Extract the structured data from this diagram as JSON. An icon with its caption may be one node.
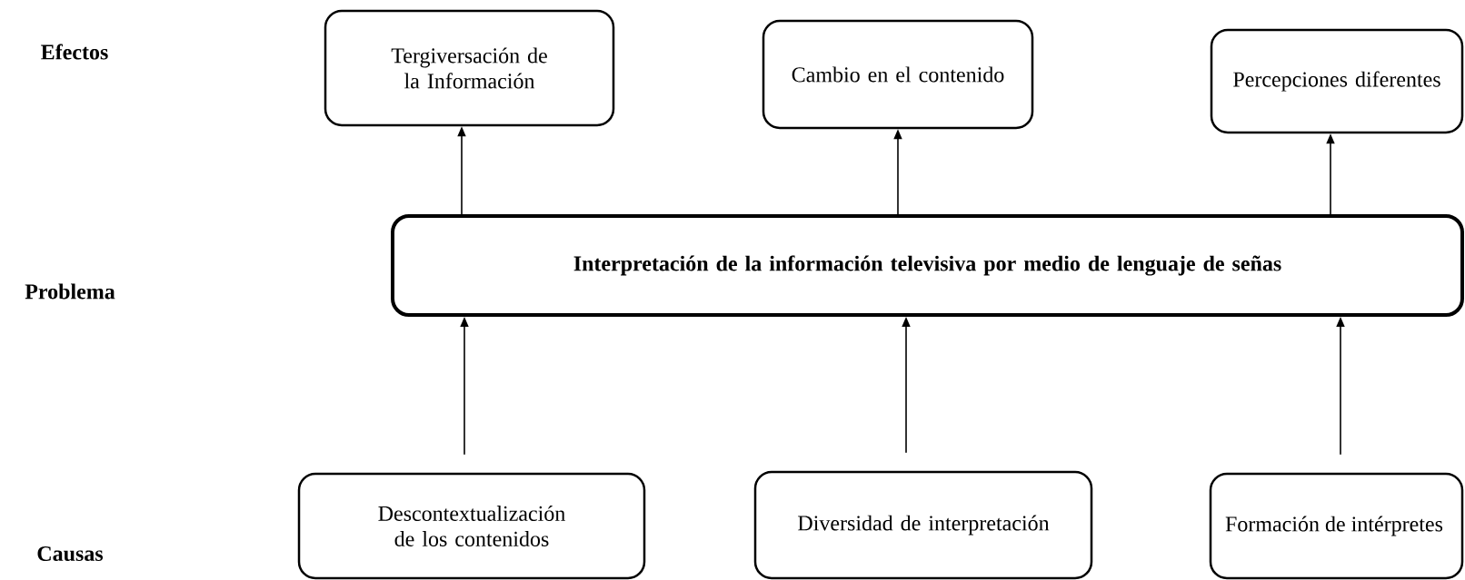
{
  "diagram": {
    "nodes": [
      {
        "text": [
          "Tergiversación de la Información"
        ]
      },
      {
        "text": [
          "Cambio en el contenido"
        ]
      },
      {
        "text": [
          "Percepciones diferentes"
        ]
      },
      {
        "text": [
          "Interpretación de la información televisiva por medio de lenguaje de señas"
        ]
      },
      {
        "text": [
          "Descontextualización de los contenidos"
        ]
      },
      {
        "text": [
          "Diversidad de interpretación"
        ]
      },
      {
        "text": [
          "Formación de intérpretes"
        ]
      }
    ],
    "edges": [
      {
        "from": 3,
        "to": 0,
        "arrow": "to"
      },
      {
        "from": 3,
        "to": 1,
        "arrow": "to"
      },
      {
        "from": 3,
        "to": 2,
        "arrow": "to"
      },
      {
        "from": 4,
        "to": 3,
        "arrow": "to"
      },
      {
        "from": 5,
        "to": 3,
        "arrow": "to"
      },
      {
        "from": 6,
        "to": 3,
        "arrow": "to"
      }
    ],
    "labels": [
      "Efectos",
      "Problema",
      "Causas"
    ]
  }
}
